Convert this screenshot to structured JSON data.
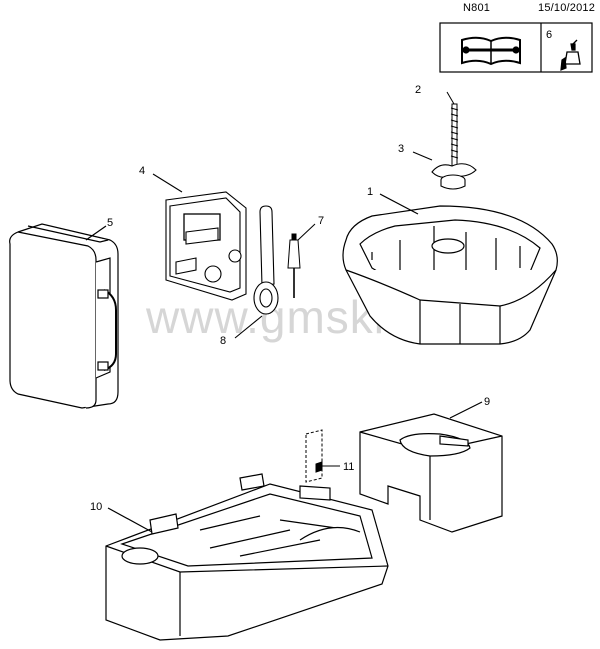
{
  "header": {
    "code": "N801",
    "date": "15/10/2012"
  },
  "icon_box": {
    "manual_icon": "open-book-with-wrench-icon",
    "part_label": "6",
    "part_icon": "spray-bottle-icon"
  },
  "watermark": "www.gmsklad.ru",
  "callouts": {
    "c1": "1",
    "c2": "2",
    "c3": "3",
    "c4": "4",
    "c5": "5",
    "c7": "7",
    "c8": "8",
    "c9": "9",
    "c10": "10",
    "c11": "11"
  },
  "colors": {
    "line": "#000000",
    "watermark": "#d6d6d6",
    "background": "#ffffff"
  }
}
